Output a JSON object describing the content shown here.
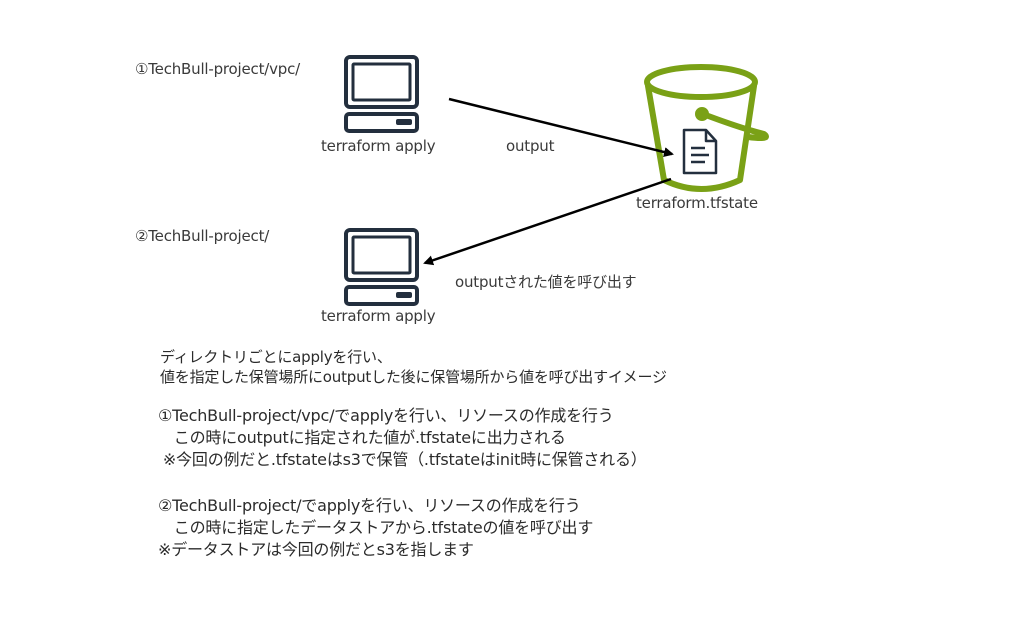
{
  "diagram": {
    "step1": {
      "directory_label": "①TechBull-project/vpc/",
      "icon": "computer-icon",
      "command_label": "terraform apply"
    },
    "step2": {
      "directory_label": "②TechBull-project/",
      "icon": "computer-icon",
      "command_label": "terraform apply"
    },
    "storage": {
      "icon": "s3-bucket-icon",
      "inner_icon": "document-icon",
      "label": "terraform.tfstate",
      "color": "#7aa116"
    },
    "arrows": {
      "output_label": "output",
      "fetch_label": "outputされた値を呼び出す"
    }
  },
  "summary": {
    "lines": [
      "ディレクトリごとにapplyを行い、",
      "値を指定した保管場所にoutputした後に保管場所から値を呼び出すイメージ"
    ]
  },
  "notes": {
    "step1": [
      "①TechBull-project/vpc/でapplyを行い、リソースの作成を行う",
      "　この時にoutputに指定された値が.tfstateに出力される",
      " ※今回の例だと.tfstateはs3で保管（.tfstateはinit時に保管される）"
    ],
    "step2": [
      "②TechBull-project/でapplyを行い、リソースの作成を行う",
      "　この時に指定したデータストアから.tfstateの値を呼び出す",
      "※データストアは今回の例だとs3を指します"
    ]
  },
  "colors": {
    "icon_dark": "#232f3e",
    "bucket_green": "#7aa116",
    "arrow": "#000000"
  }
}
